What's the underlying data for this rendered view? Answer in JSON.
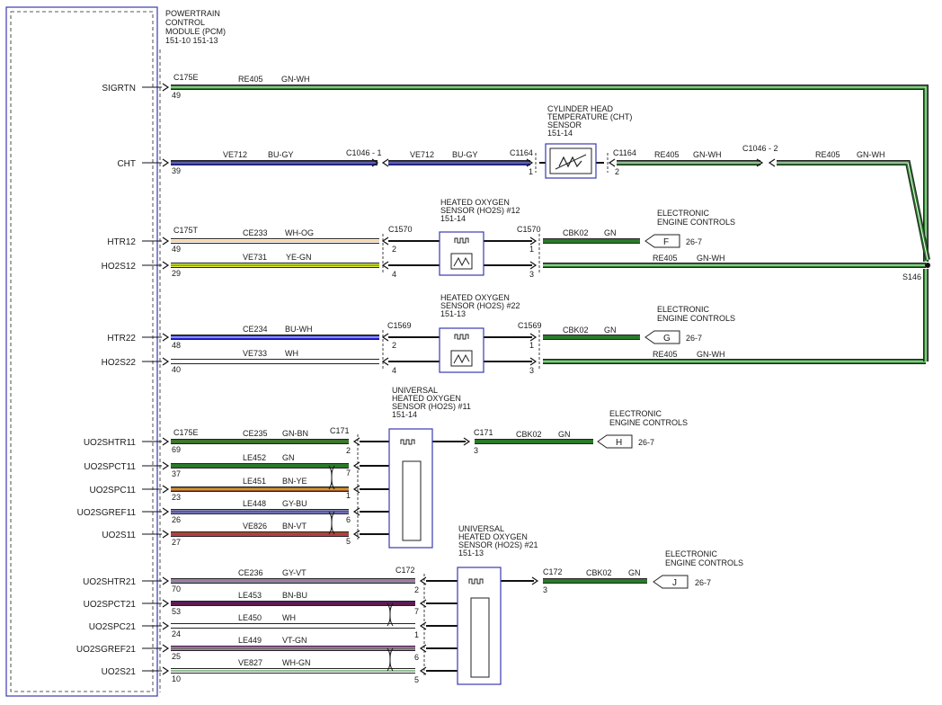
{
  "pcm": {
    "title_lines": [
      "POWERTRAIN",
      "CONTROL",
      "MODULE (PCM)",
      "151-10  151-13"
    ],
    "pins": [
      {
        "label": "SIGRTN",
        "pin": "49"
      },
      {
        "label": "CHT",
        "pin": "39"
      },
      {
        "label": "HTR12",
        "pin": "49"
      },
      {
        "label": "HO2S12",
        "pin": "29"
      },
      {
        "label": "HTR22",
        "pin": "48"
      },
      {
        "label": "HO2S22",
        "pin": "40"
      },
      {
        "label": "UO2SHTR11",
        "pin": "69"
      },
      {
        "label": "UO2SPCT11",
        "pin": "37"
      },
      {
        "label": "UO2SPC11",
        "pin": "23"
      },
      {
        "label": "UO2SGREF11",
        "pin": "26"
      },
      {
        "label": "UO2S11",
        "pin": "27"
      },
      {
        "label": "UO2SHTR21",
        "pin": "70"
      },
      {
        "label": "UO2SPCT21",
        "pin": "53"
      },
      {
        "label": "UO2SPC21",
        "pin": "24"
      },
      {
        "label": "UO2SGREF21",
        "pin": "25"
      },
      {
        "label": "UO2S21",
        "pin": "10"
      }
    ],
    "connectors": [
      "C175E",
      "C175T",
      "C175E"
    ]
  },
  "wires": [
    {
      "circuit": "RE405",
      "color": "GN-WH",
      "hex": "#2a7a2a",
      "stripe": "#ffffff"
    },
    {
      "circuit": "VE712",
      "color": "BU-GY",
      "hex": "#2222cc",
      "stripe": "#999999"
    },
    {
      "circuit": "CE233",
      "color": "WH-OG",
      "hex": "#ffffff",
      "stripe": "#e8a24a"
    },
    {
      "circuit": "VE731",
      "color": "YE-GN",
      "hex": "#e8e830",
      "stripe": "#2a7a2a"
    },
    {
      "circuit": "CE234",
      "color": "BU-WH",
      "hex": "#2222cc",
      "stripe": "#ffffff"
    },
    {
      "circuit": "VE733",
      "color": "WH",
      "hex": "#ffffff",
      "stripe": "#ffffff"
    },
    {
      "circuit": "CE235",
      "color": "GN-BN",
      "hex": "#2a7a2a",
      "stripe": "#8b5a2b"
    },
    {
      "circuit": "LE452",
      "color": "GN",
      "hex": "#2a7a2a",
      "stripe": "#2a7a2a"
    },
    {
      "circuit": "LE451",
      "color": "BN-YE",
      "hex": "#a0522d",
      "stripe": "#e8e830"
    },
    {
      "circuit": "LE448",
      "color": "GY-BU",
      "hex": "#8888aa",
      "stripe": "#2222cc"
    },
    {
      "circuit": "VE826",
      "color": "BN-VT",
      "hex": "#a0522d",
      "stripe": "#cc2266"
    },
    {
      "circuit": "CE236",
      "color": "GY-VT",
      "hex": "#8c8c99",
      "stripe": "#b06ab0"
    },
    {
      "circuit": "LE453",
      "color": "BN-BU",
      "hex": "#6b1a3a",
      "stripe": "#2222cc"
    },
    {
      "circuit": "LE450",
      "color": "WH",
      "hex": "#ffffff",
      "stripe": "#ffffff"
    },
    {
      "circuit": "LE449",
      "color": "VT-GN",
      "hex": "#cc66cc",
      "stripe": "#2a7a2a"
    },
    {
      "circuit": "VE827",
      "color": "WH-GN",
      "hex": "#ffffff",
      "stripe": "#2a7a2a"
    }
  ],
  "cht_sensor": {
    "title_lines": [
      "CYLINDER HEAD",
      "TEMPERATURE (CHT)",
      "SENSOR",
      "151-14"
    ],
    "in_connector": "C1164",
    "in_pin": "1",
    "out_connector": "C1164",
    "out_pin": "2",
    "inline_connector_left": "C1046 - 1",
    "inline_connector_right": "C1046 - 2",
    "return_circuit": "RE405",
    "return_color": "GN-WH"
  },
  "ho2s12": {
    "title_lines": [
      "HEATED OXYGEN",
      "SENSOR (HO2S) #12",
      "151-14"
    ],
    "connector": "C1570",
    "pins_left": [
      "2",
      "4"
    ],
    "pins_right": [
      "1",
      "3"
    ],
    "out_circuit": "CBK02",
    "out_color": "GN",
    "return_circuit": "RE405",
    "return_color": "GN-WH",
    "ref_letter": "F",
    "ref_page": "26-7",
    "ref_title_lines": [
      "ELECTRONIC",
      "ENGINE CONTROLS"
    ]
  },
  "ho2s22": {
    "title_lines": [
      "HEATED OXYGEN",
      "SENSOR (HO2S) #22",
      "151-13"
    ],
    "connector": "C1569",
    "pins_left": [
      "2",
      "4"
    ],
    "pins_right": [
      "1",
      "3"
    ],
    "out_circuit": "CBK02",
    "out_color": "GN",
    "return_circuit": "RE405",
    "return_color": "GN-WH",
    "ref_letter": "G",
    "ref_page": "26-7",
    "ref_title_lines": [
      "ELECTRONIC",
      "ENGINE CONTROLS"
    ]
  },
  "uho2s11": {
    "title_lines": [
      "UNIVERSAL",
      "HEATED OXYGEN",
      "SENSOR (HO2S) #11",
      "151-14"
    ],
    "connector": "C171",
    "pins_left": [
      "2",
      "7",
      "1",
      "6",
      "5"
    ],
    "out_pin": "3",
    "out_circuit": "CBK02",
    "out_color": "GN",
    "ref_letter": "H",
    "ref_page": "26-7",
    "ref_title_lines": [
      "ELECTRONIC",
      "ENGINE CONTROLS"
    ]
  },
  "uho2s21": {
    "title_lines": [
      "UNIVERSAL",
      "HEATED OXYGEN",
      "SENSOR (HO2S) #21",
      "151-13"
    ],
    "connector": "C172",
    "pins_left": [
      "2",
      "7",
      "1",
      "6",
      "5"
    ],
    "out_pin": "3",
    "out_circuit": "CBK02",
    "out_color": "GN",
    "ref_letter": "J",
    "ref_page": "26-7",
    "ref_title_lines": [
      "ELECTRONIC",
      "ENGINE CONTROLS"
    ]
  },
  "splice": "S146"
}
